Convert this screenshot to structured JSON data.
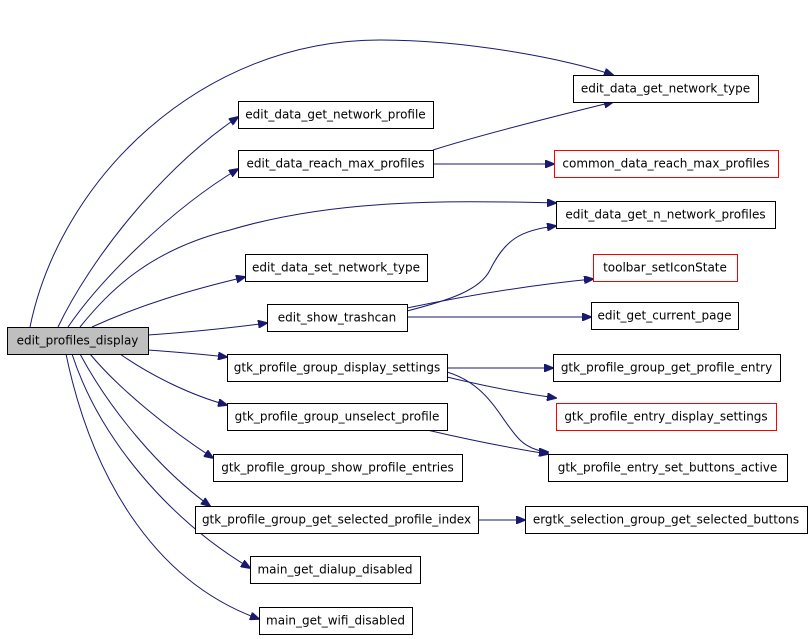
{
  "colors": {
    "edge": "#191970",
    "root_fill": "#bfbfbf",
    "node_stroke": "#000000",
    "missing_doc_stroke": "#ff0000"
  },
  "nodes": [
    {
      "id": "root",
      "label": "edit_profiles_display",
      "style": "root"
    },
    {
      "id": "n1",
      "label": "edit_data_get_network_profile",
      "style": "normal"
    },
    {
      "id": "n2",
      "label": "edit_data_reach_max_profiles",
      "style": "normal"
    },
    {
      "id": "n3",
      "label": "edit_data_set_network_type",
      "style": "normal"
    },
    {
      "id": "n4",
      "label": "edit_show_trashcan",
      "style": "normal"
    },
    {
      "id": "n5",
      "label": "gtk_profile_group_display_settings",
      "style": "normal"
    },
    {
      "id": "n6",
      "label": "gtk_profile_group_unselect_profile",
      "style": "normal"
    },
    {
      "id": "n7",
      "label": "gtk_profile_group_show_profile_entries",
      "style": "normal"
    },
    {
      "id": "n8",
      "label": "gtk_profile_group_get_selected_profile_index",
      "style": "normal"
    },
    {
      "id": "n9",
      "label": "main_get_dialup_disabled",
      "style": "normal"
    },
    {
      "id": "n10",
      "label": "main_get_wifi_disabled",
      "style": "normal"
    },
    {
      "id": "n11",
      "label": "edit_data_get_network_type",
      "style": "normal"
    },
    {
      "id": "n12",
      "label": "common_data_reach_max_profiles",
      "style": "red"
    },
    {
      "id": "n13",
      "label": "edit_data_get_n_network_profiles",
      "style": "normal"
    },
    {
      "id": "n14",
      "label": "toolbar_setIconState",
      "style": "red"
    },
    {
      "id": "n15",
      "label": "edit_get_current_page",
      "style": "normal"
    },
    {
      "id": "n16",
      "label": "gtk_profile_group_get_profile_entry",
      "style": "normal"
    },
    {
      "id": "n17",
      "label": "gtk_profile_entry_display_settings",
      "style": "red"
    },
    {
      "id": "n18",
      "label": "gtk_profile_entry_set_buttons_active",
      "style": "normal"
    },
    {
      "id": "n19",
      "label": "ergtk_selection_group_get_selected_buttons",
      "style": "normal"
    }
  ],
  "edges": [
    {
      "from": "root",
      "to": "n11"
    },
    {
      "from": "root",
      "to": "n1"
    },
    {
      "from": "root",
      "to": "n2"
    },
    {
      "from": "root",
      "to": "n13"
    },
    {
      "from": "root",
      "to": "n3"
    },
    {
      "from": "root",
      "to": "n4"
    },
    {
      "from": "root",
      "to": "n5"
    },
    {
      "from": "root",
      "to": "n6"
    },
    {
      "from": "root",
      "to": "n7"
    },
    {
      "from": "root",
      "to": "n8"
    },
    {
      "from": "root",
      "to": "n9"
    },
    {
      "from": "root",
      "to": "n10"
    },
    {
      "from": "n2",
      "to": "n11"
    },
    {
      "from": "n2",
      "to": "n12"
    },
    {
      "from": "n4",
      "to": "n13"
    },
    {
      "from": "n4",
      "to": "n14"
    },
    {
      "from": "n4",
      "to": "n15"
    },
    {
      "from": "n5",
      "to": "n16"
    },
    {
      "from": "n5",
      "to": "n17"
    },
    {
      "from": "n5",
      "to": "n18"
    },
    {
      "from": "n6",
      "to": "n18"
    },
    {
      "from": "n8",
      "to": "n19"
    }
  ]
}
